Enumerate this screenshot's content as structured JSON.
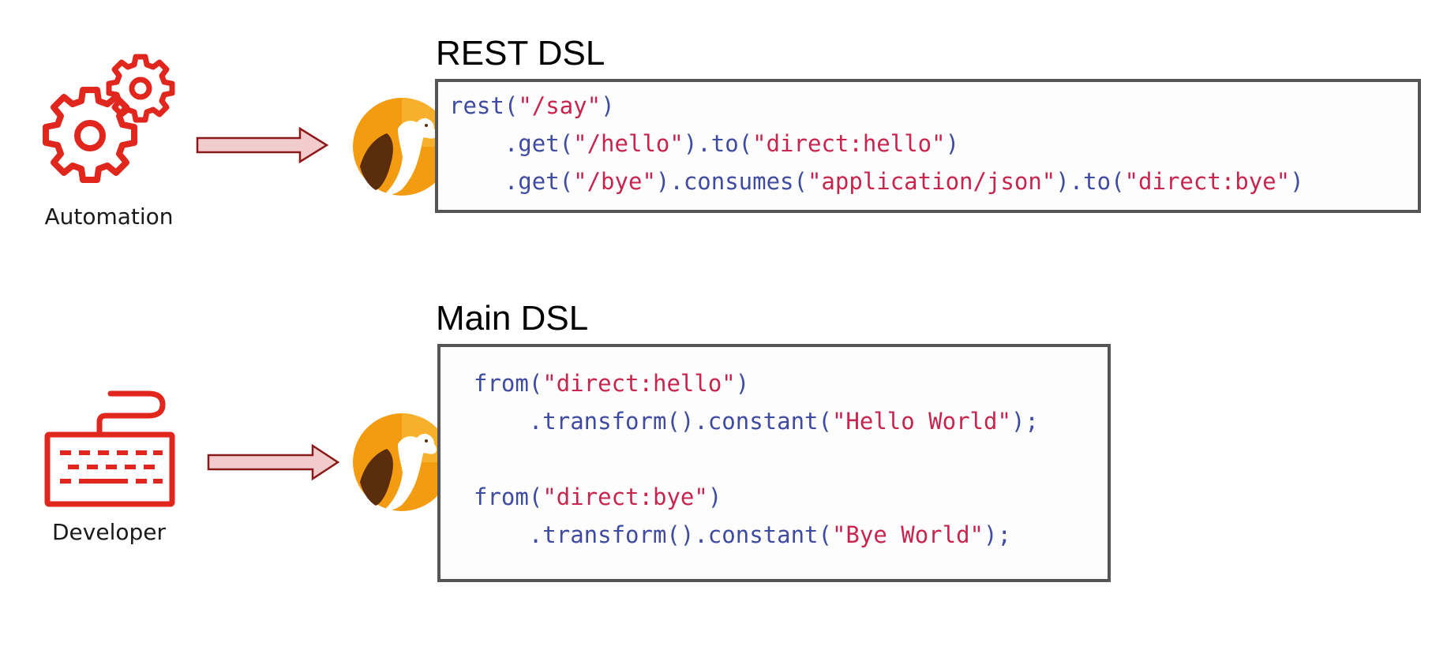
{
  "actors": {
    "automation": {
      "label": "Automation",
      "icon": "gears-icon"
    },
    "developer": {
      "label": "Developer",
      "icon": "keyboard-icon"
    }
  },
  "sections": {
    "rest": {
      "title": "REST DSL",
      "lines": [
        [
          [
            "kw",
            "rest("
          ],
          [
            "str",
            "\"/say\""
          ],
          [
            "kw",
            ")"
          ]
        ],
        [
          [
            "kw",
            "    .get("
          ],
          [
            "str",
            "\"/hello\""
          ],
          [
            "kw",
            ").to("
          ],
          [
            "str",
            "\"direct:hello\""
          ],
          [
            "kw",
            ")"
          ]
        ],
        [
          [
            "kw",
            "    .get("
          ],
          [
            "str",
            "\"/bye\""
          ],
          [
            "kw",
            ").consumes("
          ],
          [
            "str",
            "\"application/json\""
          ],
          [
            "kw",
            ").to("
          ],
          [
            "str",
            "\"direct:bye\""
          ],
          [
            "kw",
            ")"
          ]
        ]
      ]
    },
    "main": {
      "title": "Main DSL",
      "lines": [
        [
          [
            "kw",
            "from("
          ],
          [
            "str",
            "\"direct:hello\""
          ],
          [
            "kw",
            ")"
          ]
        ],
        [
          [
            "kw",
            "    .transform().constant("
          ],
          [
            "str",
            "\"Hello World\""
          ],
          [
            "kw",
            ");"
          ]
        ],
        [],
        [
          [
            "kw",
            "from("
          ],
          [
            "str",
            "\"direct:bye\""
          ],
          [
            "kw",
            ")"
          ]
        ],
        [
          [
            "kw",
            "    .transform().constant("
          ],
          [
            "str",
            "\"Bye World\""
          ],
          [
            "kw",
            ");"
          ]
        ]
      ]
    }
  },
  "colors": {
    "icon_red": "#e0261d",
    "arrow_fill": "#f2cccc",
    "arrow_stroke": "#8b1a1a",
    "keyword": "#3f4ba0",
    "string": "#c7254e",
    "box_border": "#555555",
    "camel_orange": "#f39c12",
    "camel_dark": "#5a2d0c"
  }
}
